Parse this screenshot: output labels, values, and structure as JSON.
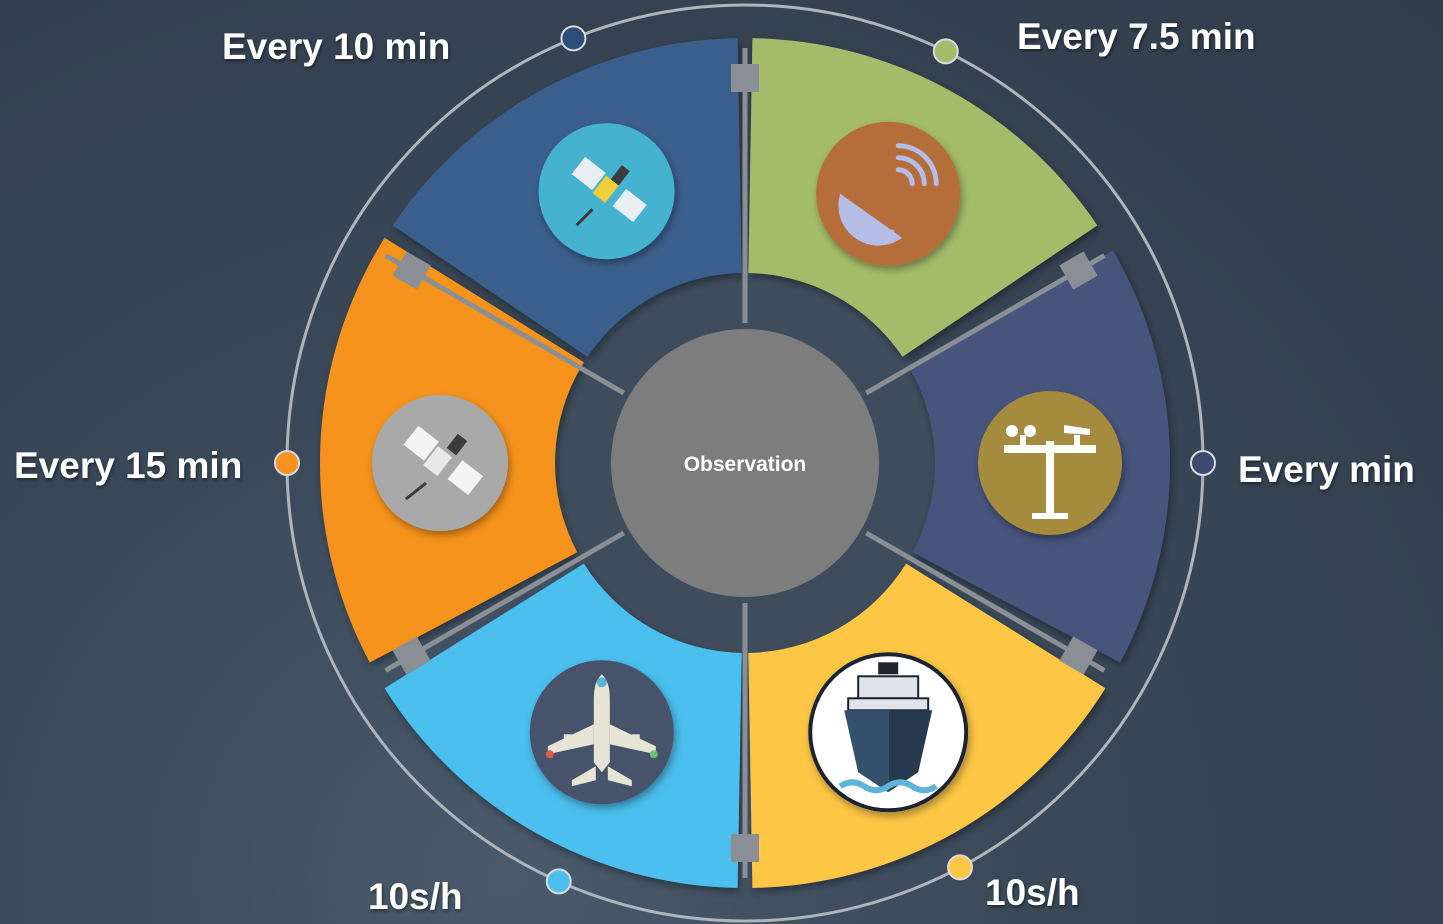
{
  "center": {
    "title": "Observation",
    "color": "#7d7d7d"
  },
  "segments": [
    {
      "id": "geo-satellite",
      "label": "Every 10 min",
      "color": "#3b5e8c",
      "icon": "satellite-icon",
      "icon_bg": "#45b3d0",
      "dot_color": "#2e4c78"
    },
    {
      "id": "radar",
      "label": "Every 7.5 min",
      "color": "#a4bc6a",
      "icon": "radar-dish-icon",
      "icon_bg": "#b46d3b",
      "dot_color": "#a4bc6a"
    },
    {
      "id": "surface-station",
      "label": "Every min",
      "color": "#46557d",
      "icon": "weather-station-icon",
      "icon_bg": "#a58b3e",
      "dot_color": "#3c4a70"
    },
    {
      "id": "ship",
      "label": "10s/h",
      "color": "#fdc745",
      "icon": "ship-icon",
      "icon_bg": "#ffffff",
      "dot_color": "#fdc745"
    },
    {
      "id": "aircraft",
      "label": "10s/h",
      "color": "#4cbfee",
      "icon": "airplane-icon",
      "icon_bg": "#46536b",
      "dot_color": "#4cbfee"
    },
    {
      "id": "polar-satellite",
      "label": "Every 15 min",
      "color": "#f6931e",
      "icon": "satellite-metal-icon",
      "icon_bg": "#a9a9a9",
      "dot_color": "#f6931e"
    }
  ],
  "colors": {
    "ring": "#aeb4ba",
    "inner_disk": "#3e4c5c",
    "spoke": "#8a8f95",
    "background": "#36424f"
  }
}
